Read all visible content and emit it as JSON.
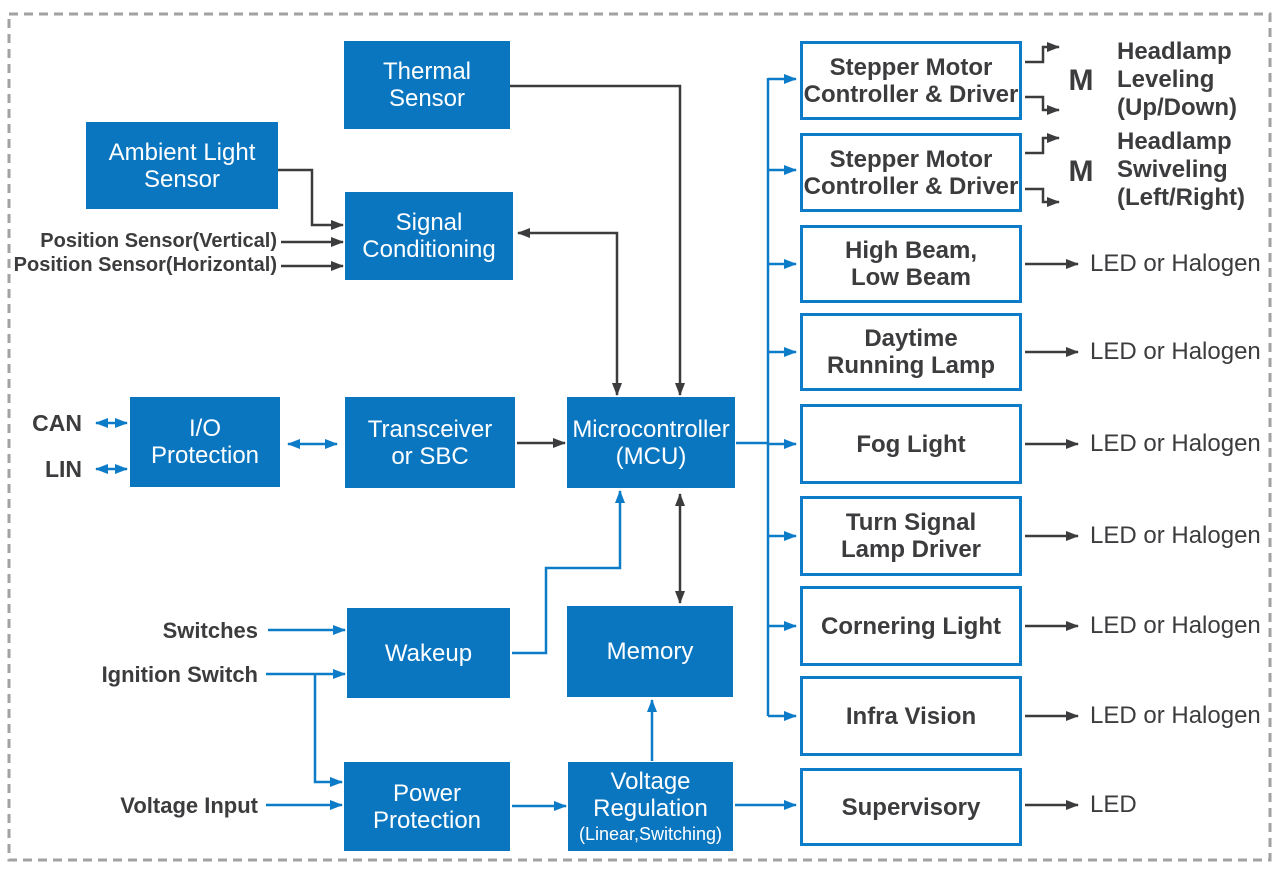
{
  "colors": {
    "box_fill_blue": "#0A76C0",
    "line_blue": "#0C7BC8",
    "dark_gray": "#3C3C3E",
    "dashed_border_gray": "#A2A2A2",
    "box_text": "#FFFFFF"
  },
  "filled_blocks": [
    {
      "id": "thermal-sensor",
      "lines": [
        "Thermal",
        "Sensor"
      ]
    },
    {
      "id": "ambient-light-sensor",
      "lines": [
        "Ambient Light",
        "Sensor"
      ]
    },
    {
      "id": "signal-conditioning",
      "lines": [
        "Signal",
        "Conditioning"
      ]
    },
    {
      "id": "io-protection",
      "lines": [
        "I/O",
        "Protection"
      ]
    },
    {
      "id": "transceiver-or-sbc",
      "lines": [
        "Transceiver",
        "or SBC"
      ]
    },
    {
      "id": "microcontroller",
      "lines": [
        "Microcontroller",
        "(MCU)"
      ]
    },
    {
      "id": "wakeup",
      "lines": [
        "Wakeup"
      ]
    },
    {
      "id": "memory",
      "lines": [
        "Memory"
      ]
    },
    {
      "id": "power-protection",
      "lines": [
        "Power",
        "Protection"
      ]
    },
    {
      "id": "voltage-regulation",
      "lines": [
        "Voltage",
        "Regulation"
      ],
      "subline": "(Linear,Switching)"
    }
  ],
  "output_blocks": [
    {
      "id": "stepper-motor-1",
      "lines": [
        "Stepper Motor",
        "Controller & Driver"
      ]
    },
    {
      "id": "stepper-motor-2",
      "lines": [
        "Stepper Motor",
        "Controller & Driver"
      ]
    },
    {
      "id": "high-low-beam",
      "lines": [
        "High Beam,",
        "Low Beam"
      ]
    },
    {
      "id": "daytime-running-lamp",
      "lines": [
        "Daytime",
        "Running Lamp"
      ]
    },
    {
      "id": "fog-light",
      "lines": [
        "Fog Light"
      ]
    },
    {
      "id": "turn-signal-lamp-driver",
      "lines": [
        "Turn Signal",
        "Lamp Driver"
      ]
    },
    {
      "id": "cornering-light",
      "lines": [
        "Cornering Light"
      ]
    },
    {
      "id": "infra-vision",
      "lines": [
        "Infra Vision"
      ]
    },
    {
      "id": "supervisory",
      "lines": [
        "Supervisory"
      ]
    }
  ],
  "input_labels": {
    "can": "CAN",
    "lin": "LIN",
    "position_vertical": "Position Sensor(Vertical)",
    "position_horizontal": "Position Sensor(Horizontal)",
    "switches": "Switches",
    "ignition_switch": "Ignition Switch",
    "voltage_input": "Voltage Input"
  },
  "output_labels": {
    "motor": "M",
    "headlamp_leveling": [
      "Headlamp",
      "Leveling",
      "(Up/Down)"
    ],
    "headlamp_swiveling": [
      "Headlamp",
      "Swiveling",
      "(Left/Right)"
    ],
    "led_or_halogen": "LED or Halogen",
    "led": "LED"
  }
}
